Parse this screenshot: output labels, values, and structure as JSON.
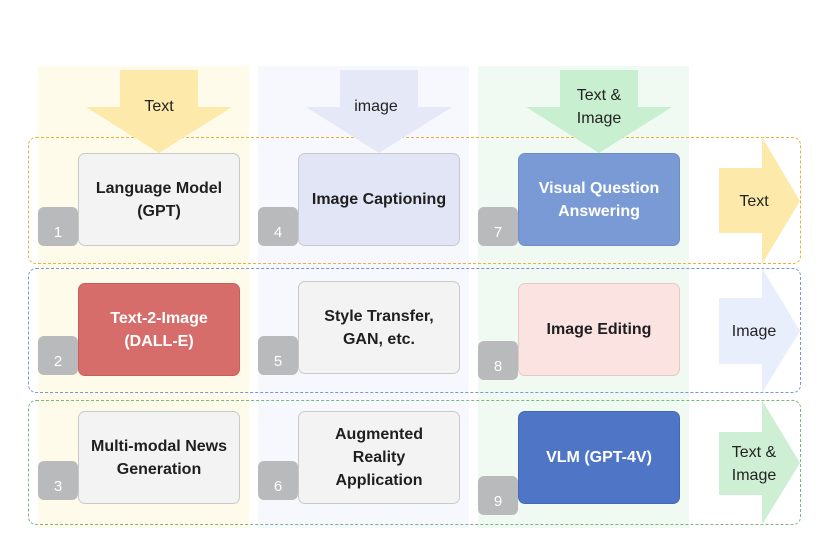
{
  "columns": [
    {
      "input_label": "Text",
      "color": "#fde9a9"
    },
    {
      "input_label": "image",
      "color": "#e4e8f7"
    },
    {
      "input_label": "Text &\nImage",
      "color": "#c8efcf"
    }
  ],
  "rows": [
    {
      "output_label": "Text",
      "frame_color": "#e6b13e",
      "arrow_color": "#fde9a9"
    },
    {
      "output_label": "Image",
      "frame_color": "#7a94d6",
      "arrow_color": "#e8eefc"
    },
    {
      "output_label": "Text &\nImage",
      "frame_color": "#79b97f",
      "arrow_color": "#cfefd4"
    }
  ],
  "cells": [
    {
      "number": "1",
      "label": "Language Model\n(GPT)",
      "fill": "#f3f3f3"
    },
    {
      "number": "4",
      "label": "Image Captioning",
      "fill": "#e2e5f6"
    },
    {
      "number": "7",
      "label": "Visual Question\nAnswering",
      "fill": "#7a9ad6",
      "text_color": "#ffffff"
    },
    {
      "number": "2",
      "label": "Text-2-Image\n(DALL-E)",
      "fill": "#d76d6a",
      "text_color": "#ffffff"
    },
    {
      "number": "5",
      "label": "Style Transfer,\nGAN, etc.",
      "fill": "#f3f3f3"
    },
    {
      "number": "8",
      "label": "Image Editing",
      "fill": "#fbe3e2"
    },
    {
      "number": "3",
      "label": "Multi-modal News\nGeneration",
      "fill": "#f3f3f3"
    },
    {
      "number": "6",
      "label": "Augmented\nReality\nApplication",
      "fill": "#f3f3f3"
    },
    {
      "number": "9",
      "label": "VLM (GPT-4V)",
      "fill": "#4f75c6",
      "text_color": "#ffffff"
    }
  ]
}
